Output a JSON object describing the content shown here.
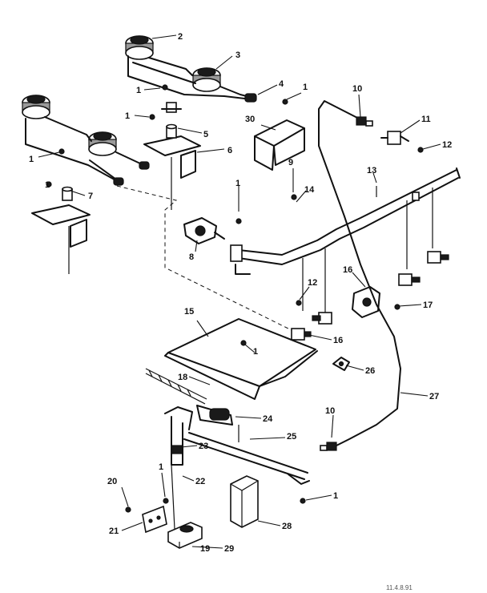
{
  "diagram": {
    "callouts": [
      {
        "id": "c2",
        "text": "2"
      },
      {
        "id": "c3",
        "text": "3"
      },
      {
        "id": "c4",
        "text": "4"
      },
      {
        "id": "c1a",
        "text": "1"
      },
      {
        "id": "c1b",
        "text": "1"
      },
      {
        "id": "c1c",
        "text": "1"
      },
      {
        "id": "c1d",
        "text": "1"
      },
      {
        "id": "c1e",
        "text": "1"
      },
      {
        "id": "c1f",
        "text": "1"
      },
      {
        "id": "c1g",
        "text": "1"
      },
      {
        "id": "c1h",
        "text": "1"
      },
      {
        "id": "c1i",
        "text": "1"
      },
      {
        "id": "c5",
        "text": "5"
      },
      {
        "id": "c6",
        "text": "6"
      },
      {
        "id": "c7",
        "text": "7"
      },
      {
        "id": "c8",
        "text": "8"
      },
      {
        "id": "c9",
        "text": "9"
      },
      {
        "id": "c10a",
        "text": "10"
      },
      {
        "id": "c10b",
        "text": "10"
      },
      {
        "id": "c11",
        "text": "11"
      },
      {
        "id": "c12a",
        "text": "12"
      },
      {
        "id": "c12b",
        "text": "12"
      },
      {
        "id": "c13",
        "text": "13"
      },
      {
        "id": "c14",
        "text": "14"
      },
      {
        "id": "c15",
        "text": "15"
      },
      {
        "id": "c16a",
        "text": "16"
      },
      {
        "id": "c16b",
        "text": "16"
      },
      {
        "id": "c17",
        "text": "17"
      },
      {
        "id": "c18",
        "text": "18"
      },
      {
        "id": "c19",
        "text": "19"
      },
      {
        "id": "c20",
        "text": "20"
      },
      {
        "id": "c21",
        "text": "21"
      },
      {
        "id": "c22",
        "text": "22"
      },
      {
        "id": "c23",
        "text": "23"
      },
      {
        "id": "c24",
        "text": "24"
      },
      {
        "id": "c25",
        "text": "25"
      },
      {
        "id": "c26",
        "text": "26"
      },
      {
        "id": "c27",
        "text": "27"
      },
      {
        "id": "c28",
        "text": "28"
      },
      {
        "id": "c29",
        "text": "29"
      },
      {
        "id": "c30",
        "text": "30"
      }
    ],
    "caption": "11.4.8.91"
  }
}
